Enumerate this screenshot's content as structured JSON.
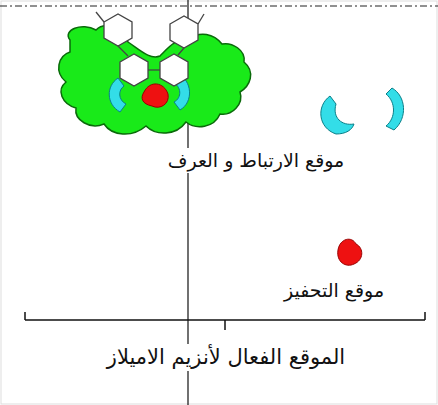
{
  "diagram": {
    "labels": [
      "موقع الارتباط و العرف",
      "موقع التحفيز",
      "الموقع الفعال لأنزيم الاميلاز"
    ]
  }
}
